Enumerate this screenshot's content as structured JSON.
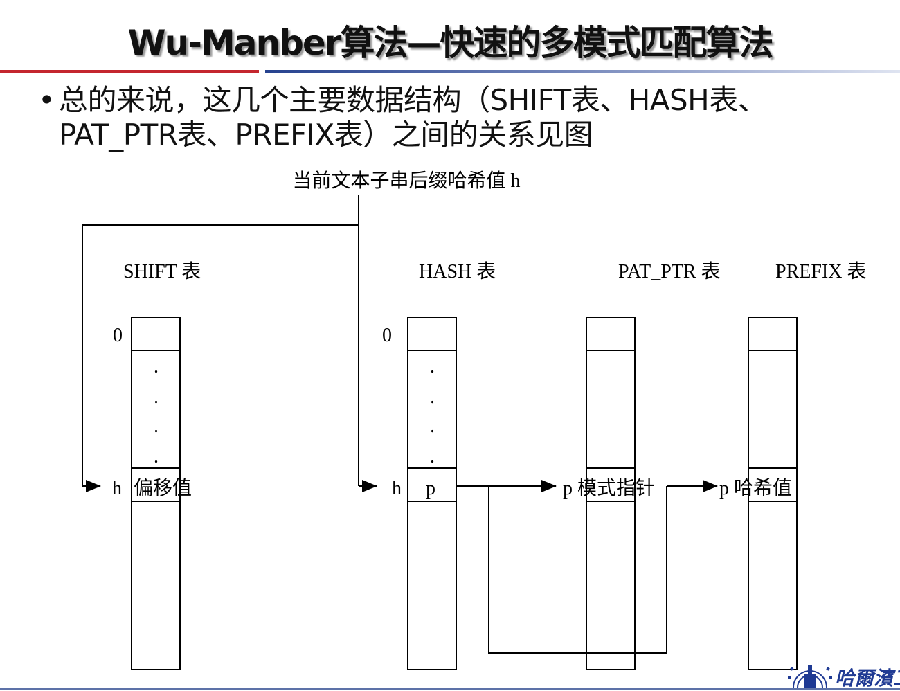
{
  "slide": {
    "title": "Wu-Manber算法—快速的多模式匹配算法",
    "bullet_symbol": "•",
    "bullet_text": "总的来说，这几个主要数据结构（SHIFT表、HASH表、PAT_PTR表、PREFIX表）之间的关系见图"
  },
  "diagram": {
    "top_label": "当前文本子串后缀哈希值 h",
    "tables": {
      "shift": {
        "title": "SHIFT 表",
        "index_zero": "0",
        "row_label": "h",
        "cell_value": "偏移值"
      },
      "hash": {
        "title": "HASH 表",
        "index_zero": "0",
        "row_label": "h",
        "cell_value": "p"
      },
      "pat_ptr": {
        "title": "PAT_PTR 表",
        "cell_value": "p 模式指针"
      },
      "prefix": {
        "title": "PREFIX 表",
        "cell_value": "p 哈希值"
      }
    },
    "ellipsis_dot": "."
  },
  "footer": {
    "logo_text": "哈爾濱工"
  },
  "colors": {
    "red_rule": "#c4262e",
    "blue_rule": "#26428f",
    "logo_blue": "#1f3a93"
  }
}
